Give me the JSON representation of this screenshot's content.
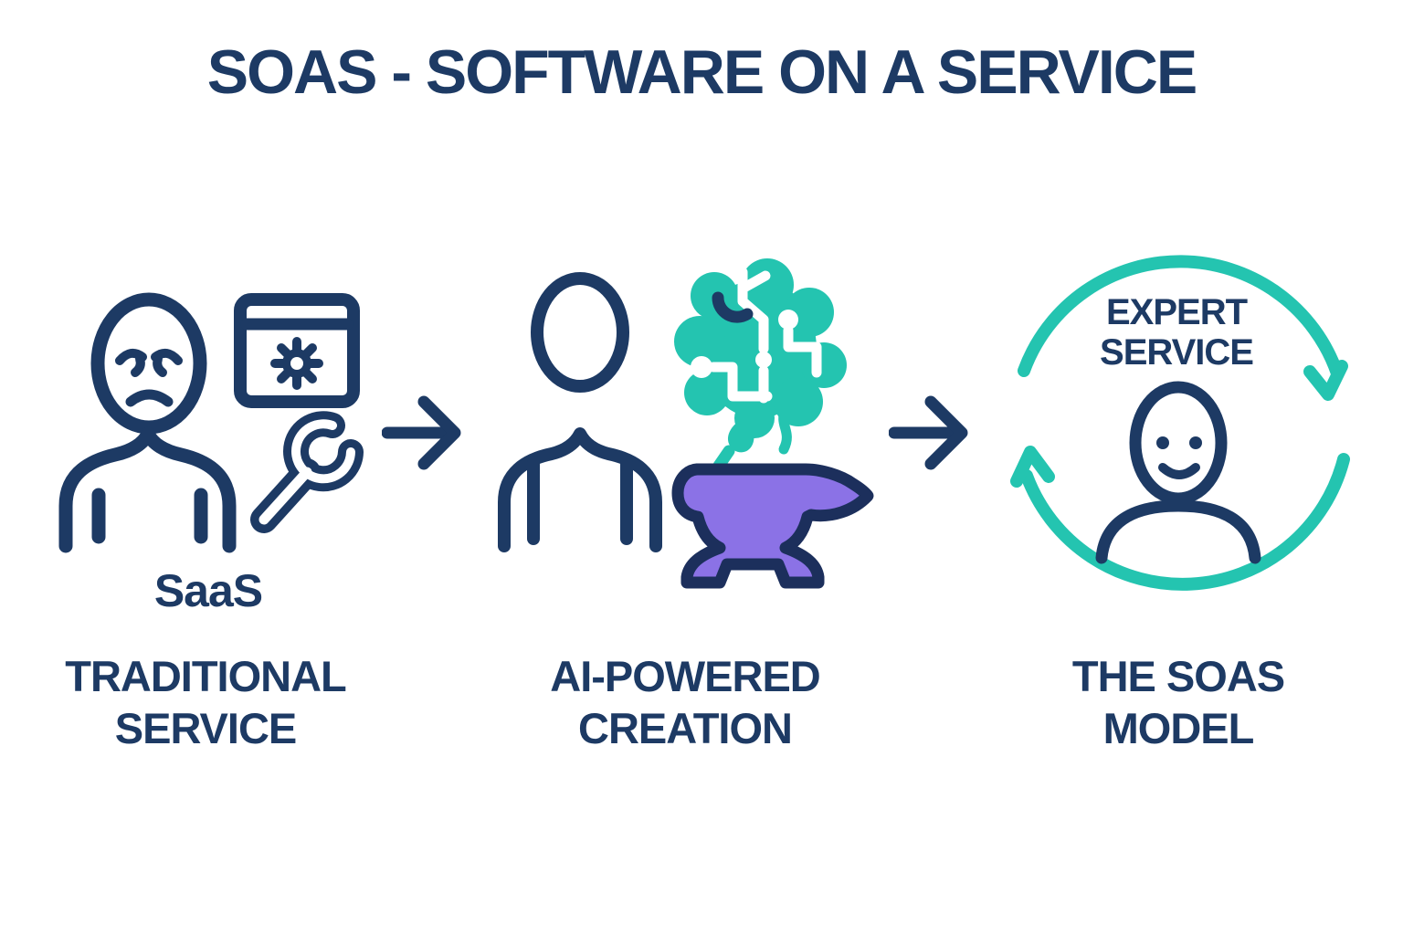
{
  "title": "SOAS - SOFTWARE ON A SERVICE",
  "colors": {
    "navy": "#1d3a64",
    "teal": "#24c4b0",
    "purple": "#8b72e6",
    "anvil_outline": "#1c2f5c",
    "background": "#ffffff",
    "circuit_white": "#ffffff"
  },
  "stages": [
    {
      "label": "SaaS",
      "caption_line1": "TRADITIONAL",
      "caption_line2": "SERVICE",
      "icons": [
        "frustrated-user-icon",
        "app-window-gear-icon",
        "wrench-icon"
      ]
    },
    {
      "caption_line1": "AI-POWERED",
      "caption_line2": "CREATION",
      "icons": [
        "user-icon",
        "ai-brain-circuit-icon",
        "sparks-icon",
        "anvil-icon"
      ]
    },
    {
      "badge_line1": "EXPERT",
      "badge_line2": "SERVICE",
      "caption_line1": "THE SOAS",
      "caption_line2": "MODEL",
      "icons": [
        "cycle-arrows-icon",
        "happy-user-icon"
      ]
    }
  ],
  "connectors": [
    {
      "type": "arrow-right"
    },
    {
      "type": "arrow-right"
    }
  ]
}
